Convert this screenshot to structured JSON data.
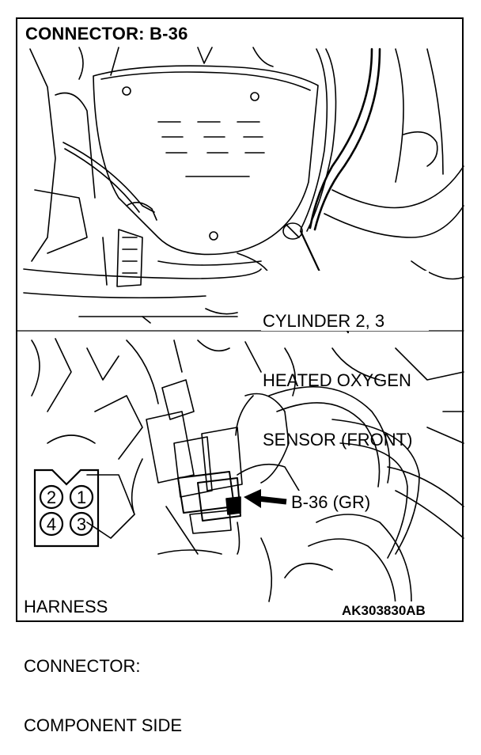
{
  "title": "CONNECTOR: B-36",
  "sensor_callout": [
    "CYLINDER 2, 3",
    "HEATED OXYGEN",
    "SENSOR (FRONT)"
  ],
  "connector_callout": "B-36 (GR)",
  "harness_label": [
    "HARNESS",
    "CONNECTOR:",
    "COMPONENT SIDE"
  ],
  "pins": [
    "2",
    "1",
    "4",
    "3"
  ],
  "figure_code": "AK303830AB"
}
